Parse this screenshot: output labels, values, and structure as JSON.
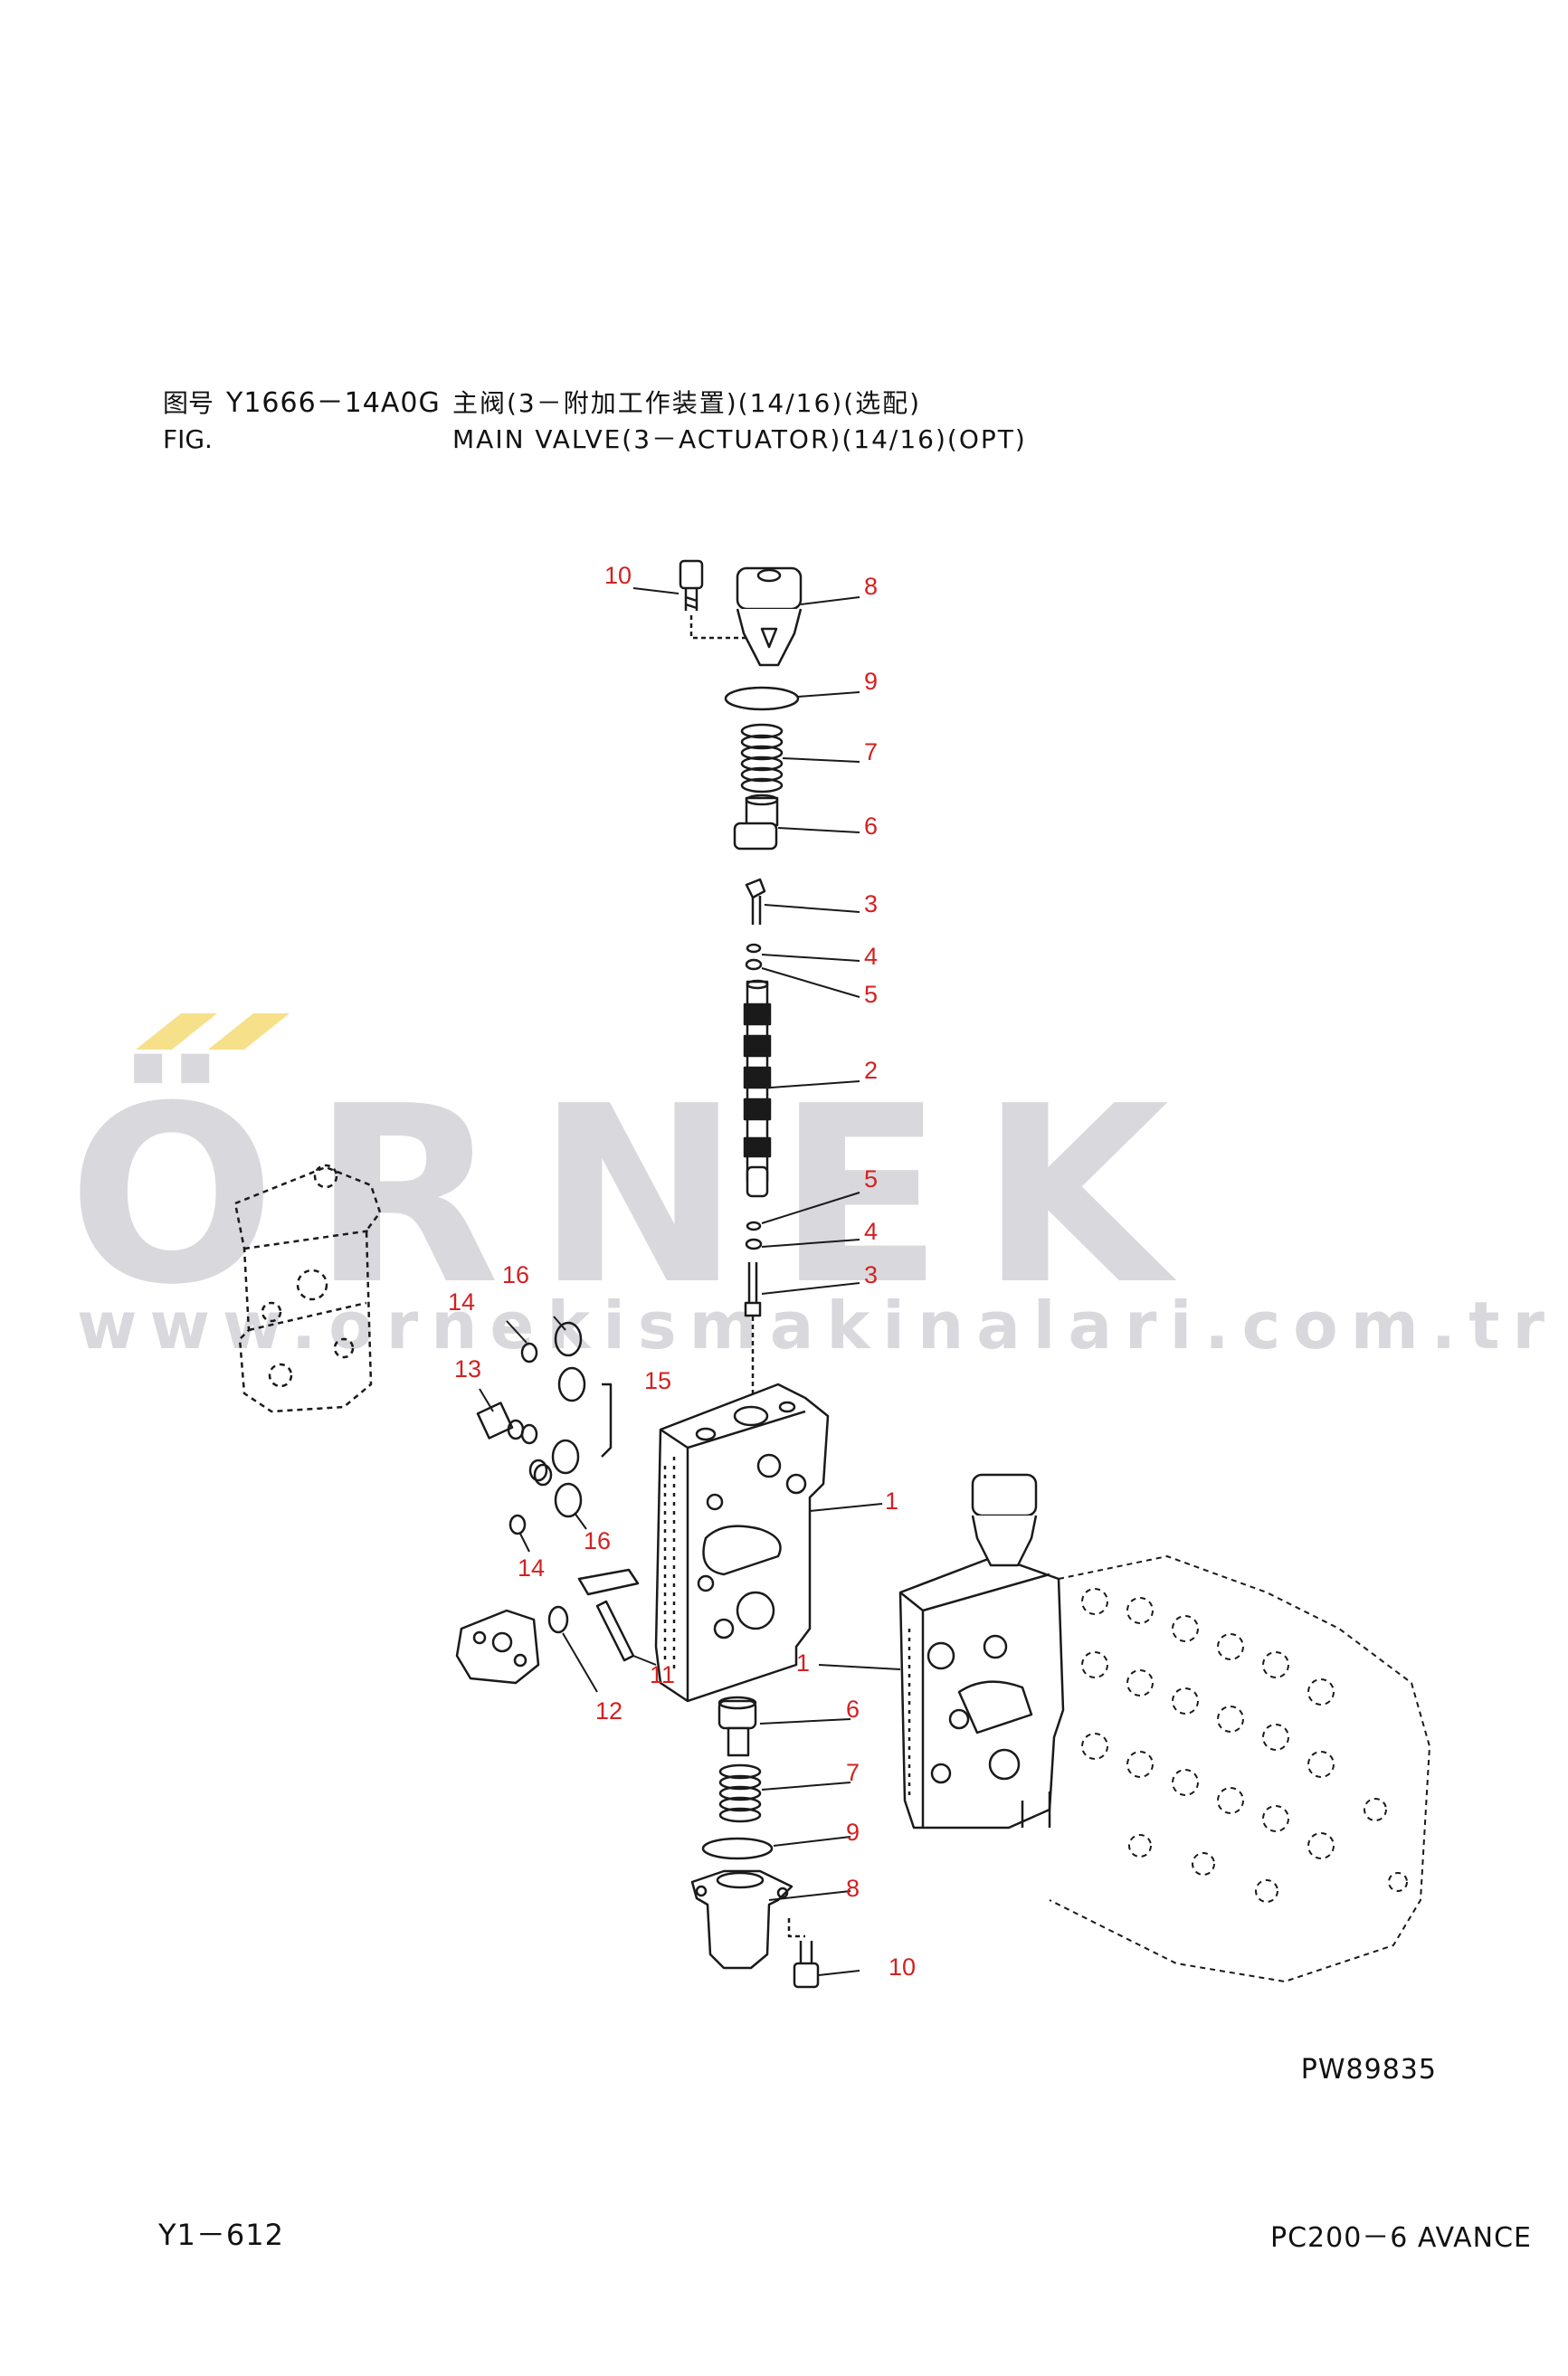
{
  "header": {
    "label_cn": "图号",
    "label_en": "FIG.",
    "figure_no": "Y1666－14A0G",
    "title_cn": "主阀(3－附加工作装置)(14/16)(选配)",
    "title_en": "MAIN VALVE(3－ACTUATOR)(14/16)(OPT)"
  },
  "watermark": {
    "brand": "ÖRNEK",
    "url": "www.ornekismakinalari.com.tr",
    "accent_color": "#f7e08a",
    "text_color": "#d9d9dd"
  },
  "callouts": [
    {
      "id": "c-10a",
      "label": "10"
    },
    {
      "id": "c-8a",
      "label": "8"
    },
    {
      "id": "c-9a",
      "label": "9"
    },
    {
      "id": "c-7a",
      "label": "7"
    },
    {
      "id": "c-6a",
      "label": "6"
    },
    {
      "id": "c-3a",
      "label": "3"
    },
    {
      "id": "c-4a",
      "label": "4"
    },
    {
      "id": "c-5a",
      "label": "5"
    },
    {
      "id": "c-2",
      "label": "2"
    },
    {
      "id": "c-5b",
      "label": "5"
    },
    {
      "id": "c-4b",
      "label": "4"
    },
    {
      "id": "c-3b",
      "label": "3"
    },
    {
      "id": "c-16a",
      "label": "16"
    },
    {
      "id": "c-14a",
      "label": "14"
    },
    {
      "id": "c-15",
      "label": "15"
    },
    {
      "id": "c-13",
      "label": "13"
    },
    {
      "id": "c-1a",
      "label": "1"
    },
    {
      "id": "c-16b",
      "label": "16"
    },
    {
      "id": "c-14b",
      "label": "14"
    },
    {
      "id": "c-11",
      "label": "11"
    },
    {
      "id": "c-12",
      "label": "12"
    },
    {
      "id": "c-1b",
      "label": "1"
    },
    {
      "id": "c-6b",
      "label": "6"
    },
    {
      "id": "c-7b",
      "label": "7"
    },
    {
      "id": "c-9b",
      "label": "9"
    },
    {
      "id": "c-8b",
      "label": "8"
    },
    {
      "id": "c-10b",
      "label": "10"
    }
  ],
  "colors": {
    "callout": "#d42020",
    "line": "#1a1a1a"
  },
  "footer": {
    "drawing_ref": "PW89835",
    "page": "Y1－612",
    "model": "PC200－6 AVANCE"
  }
}
